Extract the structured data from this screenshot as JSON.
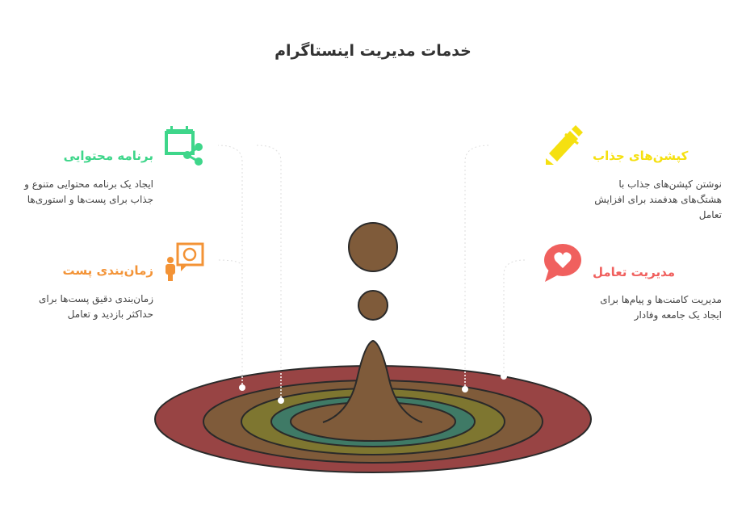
{
  "title": "خدمات مدیریت اینستاگرام",
  "items": [
    {
      "title": "برنامه محتوایی",
      "desc": "ایجاد یک برنامه محتوایی متنوع و جذاب برای پست‌ها و استوری‌ها",
      "color": "#3ed68a",
      "icon": "calendar-share-icon"
    },
    {
      "title": "زمان‌بندی پست",
      "desc": "زمان‌بندی دقیق پست‌ها برای حداکثر بازدید و تعامل",
      "color": "#f39336",
      "icon": "presenter-clock-icon"
    },
    {
      "title": "کپشن‌های جذاب",
      "desc": "نوشتن کپشن‌های جذاب با هشتگ‌های هدفمند برای افزایش تعامل",
      "color": "#f5e010",
      "icon": "pen-icon"
    },
    {
      "title": "مدیریت تعامل",
      "desc": "مدیریت کامنت‌ها و پیام‌ها برای ایجاد یک جامعه وفادار",
      "color": "#f0605e",
      "icon": "heart-chat-icon"
    }
  ]
}
